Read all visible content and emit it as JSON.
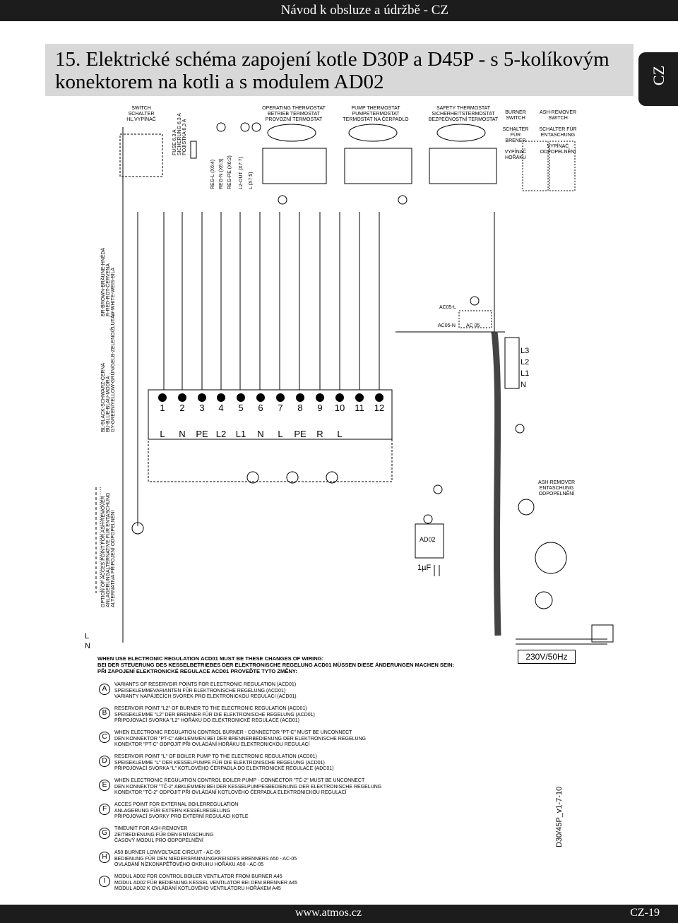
{
  "header": {
    "title": "Návod k obsluze a údržbě - CZ",
    "lang_tab": "CZ"
  },
  "section_title": "15. Elektrické schéma zapojení kotle D30P a D45P - s 5-kolíkovým konektorem na kotli a s modulem AD02",
  "components": {
    "switch": "SWITCH\nSCHALTER\nHL.VYPÍNAČ",
    "fuse": "FUSE 6,3 A\nSICHERUNG 6,3 A\nPOJISTKA 6,3 A",
    "operating_thermostat": "OPERATING THERMOSTAT\nBETRIEB TERMOSTAT\nPROVOZNÍ TERMOSTAT",
    "pump_thermostat": "PUMP THERMOSTAT\nPUMPETERMOSTAT\nTERMOSTAT NA ČERPADLO",
    "safety_thermostat": "SAFETY THERMOSTAT\nSICHERHEITSTERMOSTAT\nBEZPEČNOSTNÍ TERMOSTAT",
    "burner_switch": "BURNER\nSWITCH\n\nSCHALTER FÜR\nBRENER\n\nVYPÍNAČ\nHOŘÁKU",
    "ash_remover_switch": "ASH-REMOVER\nSWITCH\n\nSCHALTER FÜR\nENTASCHUNG\n\nVYPÍNAČ\nODPOPELNĚNÍ",
    "ash_remover_motor": "ASH-REMOVER\nENTASCHUNG\nODPOPELNĚNÍ"
  },
  "wire_colors": {
    "col1": "BL-BLACK-SCHWARZ-ČERNÁ\nBU-BLUE-BLAU-MODRÁ\nGY-GREEN/YELLOW-GRÜN/GELB-ZELENO/ŽLUTÁ",
    "col2": "BR-BROWN-BRÄUNE-HNĚDÁ\nR-RED-ROT-ČERVENÁ\nW-WHITE-WEIS-BÍLÁ"
  },
  "option_legend": "OPTION OF ACCES POINT FOR ASH-REMOVER\nANLAGERUNGALTERNATIVE FÜR ENTASCHUNG\nALTERNATIVA PŘIPOJENÍ ODPOPELNĚNÍ",
  "terminal_numbers": [
    "1",
    "2",
    "3",
    "4",
    "5",
    "6",
    "7",
    "8",
    "9",
    "10",
    "11",
    "12"
  ],
  "terminal_functions": [
    "L",
    "N",
    "PE",
    "L2",
    "L1",
    "N",
    "L",
    "PE",
    "R",
    "L"
  ],
  "connectors": [
    "REG-L (X6:4)",
    "REG-N (X6:3)",
    "REG-PE (X6:2)",
    "L2-OUT (X7:7)",
    "L (X7:5)",
    "AC05-L",
    "AC05-N",
    "AC 05",
    "AD02",
    "1µF"
  ],
  "motor_lines": [
    "L3",
    "L2",
    "L1",
    "N"
  ],
  "supply": {
    "lines": [
      "L",
      "N"
    ],
    "voltage": "230V/50Hz"
  },
  "wiring_note": "WHEN USE ELECTRONIC REGULATION ACD01 MUST BE THESE CHANGES OF WIRING:\nBEI DER STEUERUNG DES KESSELBETRIEBES DER ELEKTRONISCHE REGELUNG ACD01 MÜSSEN DIESE ÄNDERUNGEN MACHEN SEIN:\nPŘI ZAPOJENÍ ELEKTRONICKÉ REGULACE ACD01 PROVEĎTE TYTO ZMĚNY:",
  "notes": [
    {
      "mark": "A",
      "text": "VARIANTS OF RESERVOIR POINTS FOR ELECTRONIC REGULATION (ACD01)\nSPEISEKLEMMEVARIANTEN FÜR ELEKTRONISCHE REGELUNG (ACD01)\nVARIANTY NAPÁJECÍCH SVOREK PRO ELEKTRONICKOU REGULACI (ACD01)"
    },
    {
      "mark": "B",
      "text": "RESERVOIR POINT \"L2\" OF BURNER TO THE ELECTRONIC REGULATION (ACD01)\nSPEISEKLEMME \"L2\" DER BRENNER FÜR DIE ELEKTRONISCHE REGELUNG (ACD01)\nPŘIPOJOVACÍ SVORKA \"L2\" HOŘÁKU DO ELEKTRONICKÉ REGULACE (ACD01)"
    },
    {
      "mark": "C",
      "text": "WHEN ELECTRONIC REGULATION CONTROL BURNER - CONNECTOR \"PT-C\" MUST BE UNCONNECT\nDEN KONNEKTOR \"PT-C\" ABKLEMMEN BEI DER BRENNERBEDIENUNG DER ELEKTRONISCHE REGELUNG\nKONEKTOR \"PT-C\" ODPOJIT PŘI OVLÁDÁNÍ HOŘÁKU ELEKTRONICKOU REGULACÍ"
    },
    {
      "mark": "D",
      "text": "RESERVOIR POINT \"L\" OF BOILER PUMP TO THE ELECTRONIC REGULATION (ACD01)\nSPEISEKLEMME \"L\" DER KESSELPUMPE FÜR DIE ELEKTRONISCHE REGELUNG (ACD01)\nPŘIPOJOVACÍ SVORKA \"L\" KOTLOVÉHO ČERPADLA DO ELEKTRONICKÉ REGULACE (ADC01)"
    },
    {
      "mark": "E",
      "text": "WHEN ELECTRONIC REGULATION CONTROL BOILER PUMP - CONNECTOR \"TČ-2\" MUST BE UNCONNECT\nDEN KONNEKTOR \"TČ-2\" ABKLEMMEN BEI DER KESSELPUMPESBEDIENUNG DER ELEKTRONISCHE REGELUNG\nKONEKTOR \"TČ-2\" ODPOJIT PŘI OVLÁDÁNÍ KOTLOVÉHO ČERPADLA ELEKTRONICKOU REGULACÍ"
    },
    {
      "mark": "F",
      "text": "ACCES POINT FOR EXTERNAL BOILERREGULATION\nANLAGERUNG FÜR EXTERN KESSELREGELUNG\nPŘIPOJOVACÍ SVORKY PRO EXTERNÍ REGULACI KOTLE"
    },
    {
      "mark": "G",
      "text": "TIMEUNIT FOR ASH-REMOVER\nZEITBEDIENUNG FÜR DEN ENTASCHUNG\nČASOVÝ MODUL PRO ODPOPELNĚNÍ"
    },
    {
      "mark": "H",
      "text": "A50 BURNER LOWVOLTAGE CIRCUIT - AC-05\nBEDIENUNG FÜR DEN NIEDERSPANNUNGKREISDES BRENNERS A50 - AC-05\nOVLÁDÁNÍ NÍZKONAPĚŤOVÉHO OKRUHU HOŘÁKU A50 - AC-05"
    },
    {
      "mark": "I",
      "text": "MODUL AD02 FOR CONTROL BOILER VENTILATOR FROM BURNER A45\nMODUL AD02 FÜR BEDIENUNG KESSEL VENTILATOR BEI DEM BRENNER A45\nMODUL AD02 K OVLÁDÁNÍ KOTLOVÉHO VENTILÁTORU HOŘÁKEM A45"
    }
  ],
  "doc_id": "D30/45P_v1-7-10",
  "footer": {
    "url": "www.atmos.cz",
    "page": "CZ-19"
  }
}
